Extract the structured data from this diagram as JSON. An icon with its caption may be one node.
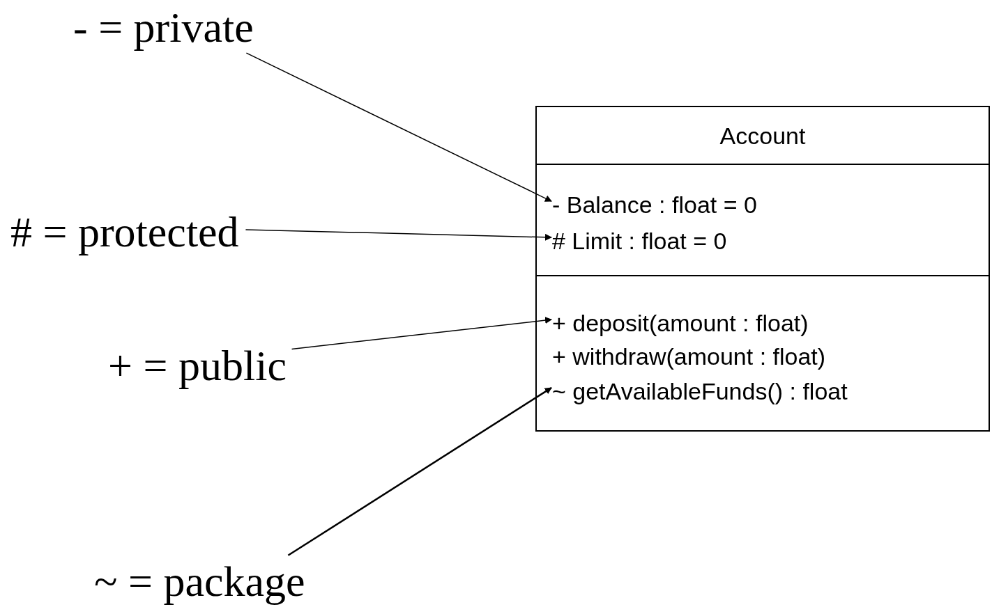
{
  "diagram": {
    "nodes": [
      {
        "text": [
          "- = private"
        ]
      },
      {
        "text": [
          "# = protected"
        ]
      },
      {
        "text": [
          "+ = public"
        ]
      },
      {
        "text": [
          "~ = package"
        ]
      },
      {
        "text": [
          "Account"
        ]
      },
      {
        "text": [
          "- Balance : float = 0"
        ],
        "in": 4
      },
      {
        "text": [
          "# Limit : float = 0"
        ],
        "in": 4
      },
      {
        "text": [
          "+ deposit(amount : float)"
        ],
        "in": 4
      },
      {
        "text": [
          "+ withdraw(amount : float)"
        ],
        "in": 4
      },
      {
        "text": [
          "~ getAvailableFunds() : float"
        ],
        "in": 4
      }
    ],
    "edges": [
      {
        "from": 0,
        "to": 5,
        "arrow": "to"
      },
      {
        "from": 1,
        "to": 6,
        "arrow": "to"
      },
      {
        "from": 2,
        "to": 7,
        "arrow": "to"
      },
      {
        "from": 3,
        "to": 9,
        "arrow": "to"
      }
    ]
  }
}
